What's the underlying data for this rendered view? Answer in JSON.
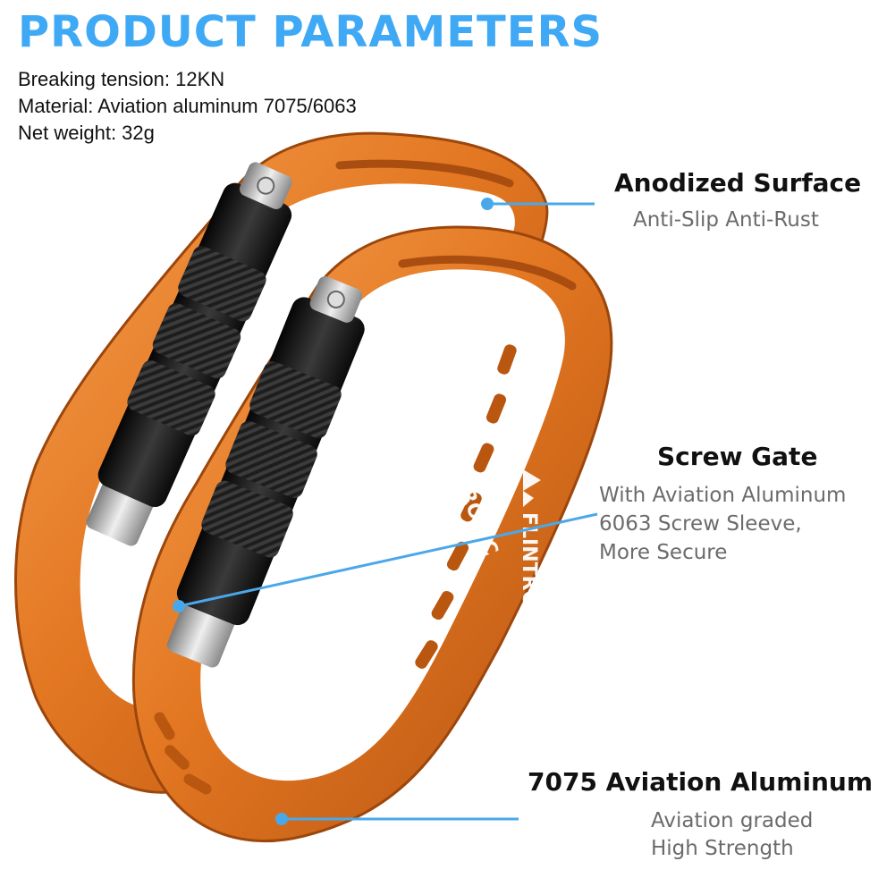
{
  "header": {
    "title": "PRODUCT PARAMETERS"
  },
  "specs": [
    "Breaking tension: 12KN",
    "Material: Aviation aluminum 7075/6063",
    "Net weight: 32g"
  ],
  "features": [
    {
      "title": "Anodized Surface",
      "lines": [
        "Anti-Slip Anti-Rust"
      ]
    },
    {
      "title": "Screw Gate",
      "lines": [
        "With Aviation Aluminum",
        "6063 Screw Sleeve,",
        "More Secure"
      ]
    },
    {
      "title": "7075 Aviation Aluminum",
      "lines": [
        "Aviation graded",
        "High Strength"
      ]
    }
  ],
  "product": {
    "brand": "FLINTRONIC",
    "item": "screw gate carabiner",
    "quantity_shown": 2,
    "colors": {
      "body": "#e37722",
      "gate": "#141414",
      "pin": "#b8b8b8",
      "accent": "#3fa9f5"
    }
  }
}
